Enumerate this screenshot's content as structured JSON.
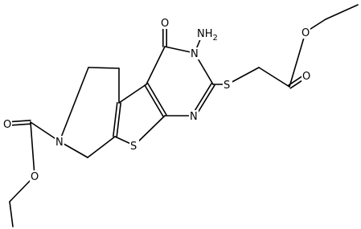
{
  "diagram": {
    "type": "chemical-structure",
    "atoms": [
      {
        "id": "amino",
        "text": "NH2",
        "text_main": "NH",
        "text_sub": "2"
      },
      {
        "id": "ring-n3",
        "text": "N"
      },
      {
        "id": "ring-n1",
        "text": "N"
      },
      {
        "id": "carbonyl-o",
        "text": "O"
      },
      {
        "id": "thio-s",
        "text": "S"
      },
      {
        "id": "thiophene-s",
        "text": "S"
      },
      {
        "id": "ester-o-carbonyl",
        "text": "O"
      },
      {
        "id": "ester-o-ether",
        "text": "O"
      },
      {
        "id": "piperidine-n",
        "text": "N"
      },
      {
        "id": "carbamate-o-carbonyl",
        "text": "O"
      },
      {
        "id": "carbamate-o-ether",
        "text": "O"
      }
    ],
    "colors": {
      "bond": "#000000",
      "label": "#000000",
      "background": "#ffffff"
    }
  }
}
